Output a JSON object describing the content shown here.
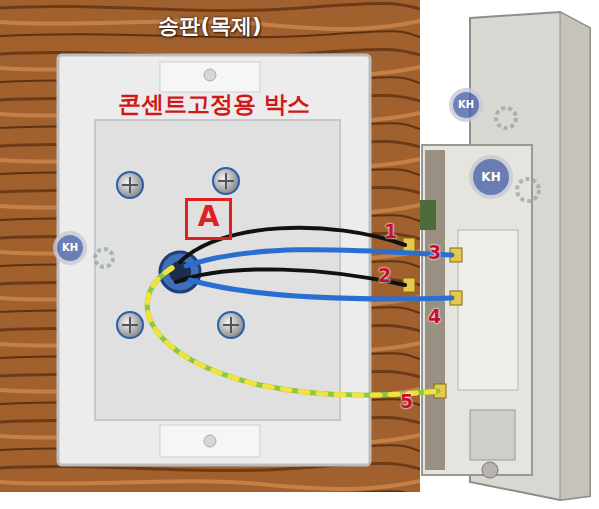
{
  "diagram": {
    "nodes": [
      {
        "text": [
          "송판(목제)"
        ]
      },
      {
        "text": [
          "콘센트고정용 박스"
        ],
        "in": 0
      },
      {
        "text": [
          "A"
        ],
        "in": 1
      }
    ],
    "labels": [
      "1",
      "3",
      "2",
      "4",
      "5",
      "KH",
      "KH",
      "KH"
    ]
  }
}
